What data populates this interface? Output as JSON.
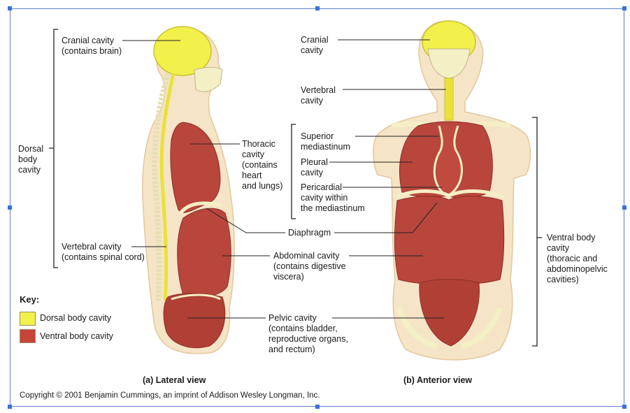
{
  "labels": {
    "cranial_a": "Cranial cavity\n(contains brain)",
    "dorsal": "Dorsal\nbody\ncavity",
    "thoracic": "Thoracic\ncavity\n(contains\nheart\nand lungs)",
    "vertebral_a": "Vertebral cavity\n(contains spinal cord)",
    "cranial_b": "Cranial\ncavity",
    "vertebral_b": "Vertebral\ncavity",
    "superior_med": "Superior\nmediastinum",
    "pleural": "Pleural\ncavity",
    "pericardial": "Pericardial\ncavity within\nthe mediastinum",
    "diaphragm": "Diaphragm",
    "abdominal": "Abdominal cavity\n(contains digestive\nviscera)",
    "pelvic": "Pelvic cavity\n(contains bladder,\nreproductive organs,\nand rectum)",
    "ventral": "Ventral body\ncavity\n(thoracic and\nabdominopelvic\ncavities)"
  },
  "key": {
    "title": "Key:",
    "dorsal_label": "Dorsal body cavity",
    "ventral_label": "Ventral body cavity",
    "dorsal_color": "#f2f04a",
    "ventral_color": "#c6443a"
  },
  "captions": {
    "lateral": "(a)  Lateral view",
    "anterior": "(b)  Anterior view"
  },
  "copyright": "Copyright © 2001 Benjamin Cummings, an imprint of Addison Wesley Longman, Inc.",
  "colors": {
    "skin": "#f6e4c6",
    "bone": "#f4efc4",
    "organ": "#b8463c",
    "organ_dark": "#8e2e28",
    "selection": "#3b6fe0"
  }
}
